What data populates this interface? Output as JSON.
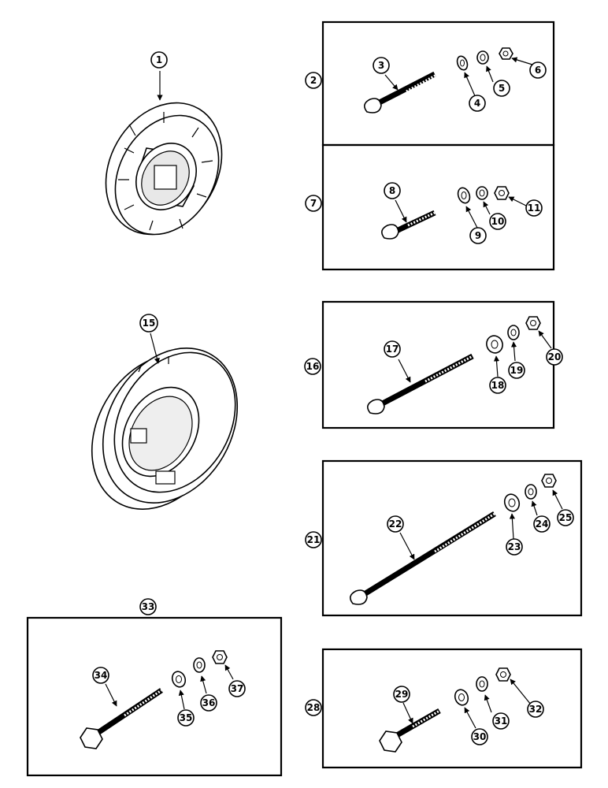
{
  "callouts": {
    "c1": "1",
    "c2": "2",
    "c3": "3",
    "c4": "4",
    "c5": "5",
    "c6": "6",
    "c7": "7",
    "c8": "8",
    "c9": "9",
    "c10": "10",
    "c11": "11",
    "c15": "15",
    "c16": "16",
    "c17": "17",
    "c18": "18",
    "c19": "19",
    "c20": "20",
    "c21": "21",
    "c22": "22",
    "c23": "23",
    "c24": "24",
    "c25": "25",
    "c28": "28",
    "c29": "29",
    "c30": "30",
    "c31": "31",
    "c32": "32",
    "c33": "33",
    "c34": "34",
    "c35": "35",
    "c36": "36",
    "c37": "37"
  },
  "colors": {
    "line": "#000000",
    "background": "#ffffff"
  }
}
